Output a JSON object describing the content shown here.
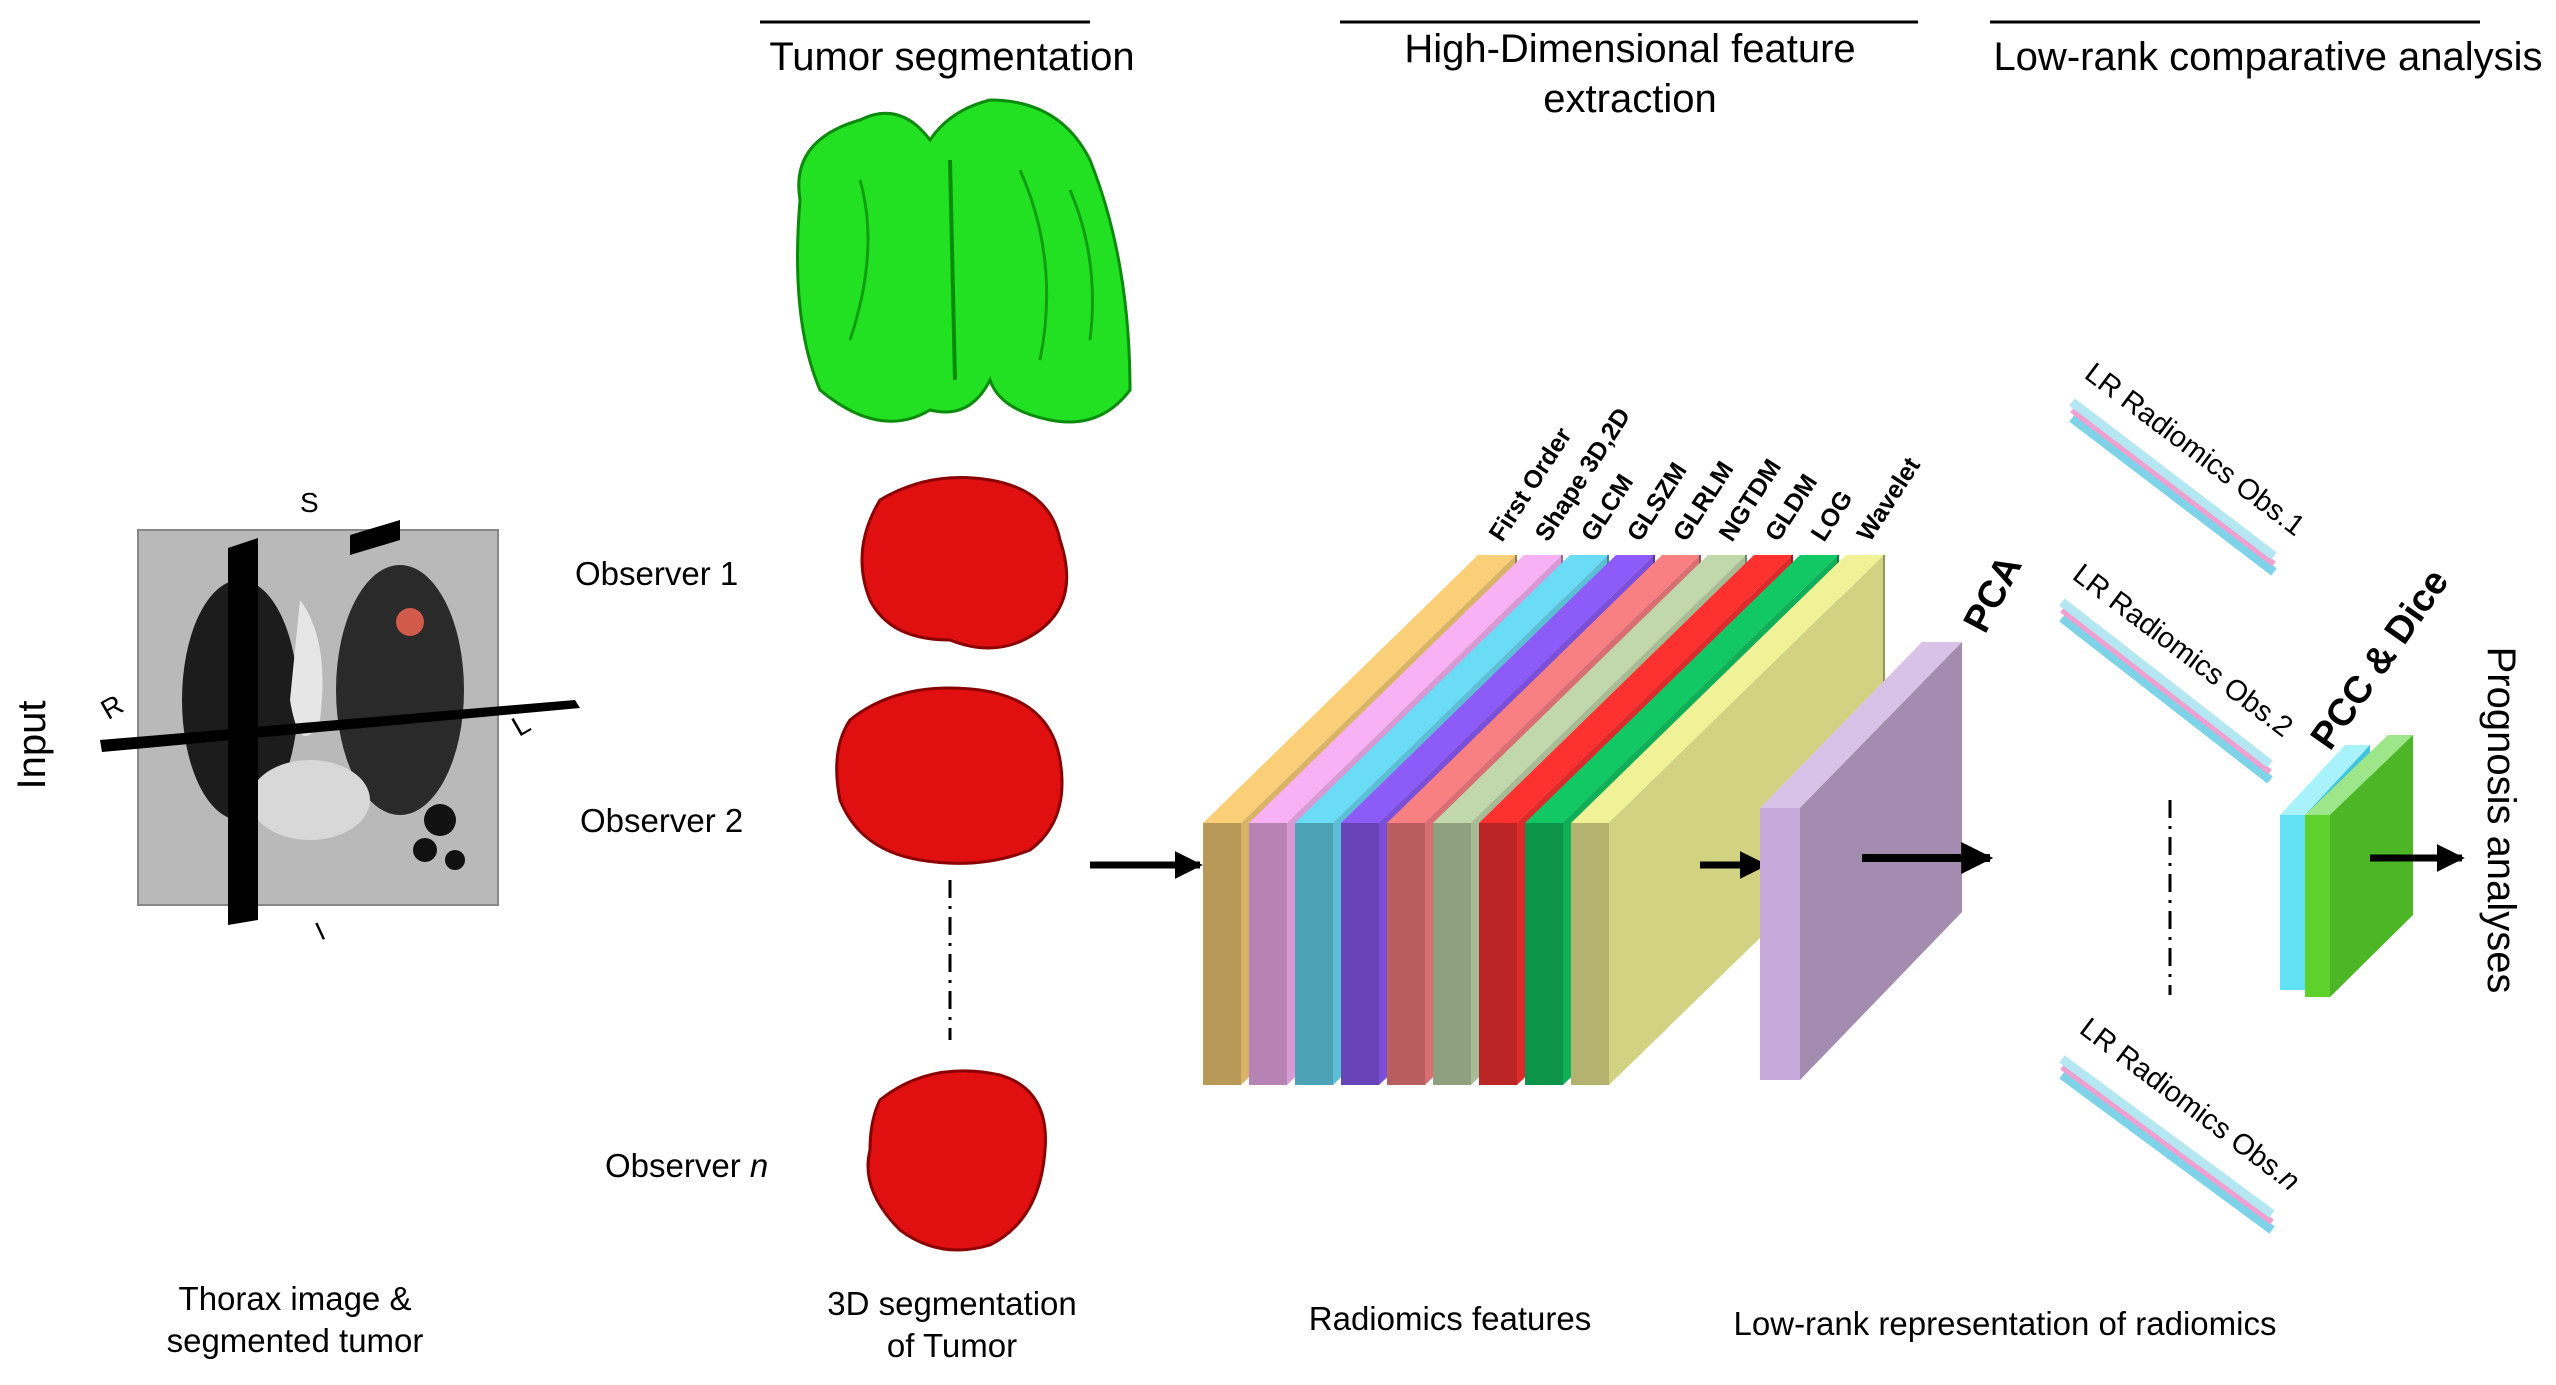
{
  "sections": {
    "tumor_segmentation": "Tumor segmentation",
    "feature_extraction_line1": "High-Dimensional feature",
    "feature_extraction_line2": "extraction",
    "comparative_analysis": "Low-rank comparative analysis"
  },
  "input_label": "Input",
  "orientation": {
    "superior": "S",
    "right": "R",
    "left": "L",
    "inferior": "I"
  },
  "observers": {
    "obs1": "Observer 1",
    "obs2": "Observer 2",
    "obs_n_prefix": "Observer ",
    "obs_n_italic": "n"
  },
  "captions": {
    "thorax_line1": "Thorax image &",
    "thorax_line2": "segmented tumor",
    "seg_line1": "3D segmentation",
    "seg_line2": "of Tumor",
    "radiomics": "Radiomics features",
    "lowrank": "Low-rank representation of radiomics"
  },
  "feature_classes": [
    {
      "name": "First Order",
      "color": "#d9b468"
    },
    {
      "name": "Shape 3D,2D",
      "color": "#d79ad4"
    },
    {
      "name": "GLCM",
      "color": "#5cbfd6"
    },
    {
      "name": "GLSZM",
      "color": "#7b4fd8"
    },
    {
      "name": "GLRLM",
      "color": "#d86f72"
    },
    {
      "name": "NGTDM",
      "color": "#a7bc95"
    },
    {
      "name": "GLDM",
      "color": "#dd2b2b"
    },
    {
      "name": "LOG",
      "color": "#0fae58"
    },
    {
      "name": "Wavelet",
      "color": "#d2d283"
    }
  ],
  "pca_label": "PCA",
  "lr_labels": {
    "obs1": "LR Radiomics Obs.1",
    "obs2": "LR Radiomics Obs.2",
    "obs_n_prefix": "LR Radiomics Obs.",
    "obs_n_italic": "n"
  },
  "pcc_label": "PCC & Dice",
  "prognosis_label": "Prognosis analyses",
  "colors": {
    "lung_mesh": "#22e022",
    "tumor_mesh": "#e01010",
    "pca_block": "#c8a9dc",
    "lr_cyan": "#7fd3e8",
    "lr_pink": "#f0a0d0",
    "pcc_cyan": "#62e0f4",
    "pcc_green": "#5fd12c"
  }
}
